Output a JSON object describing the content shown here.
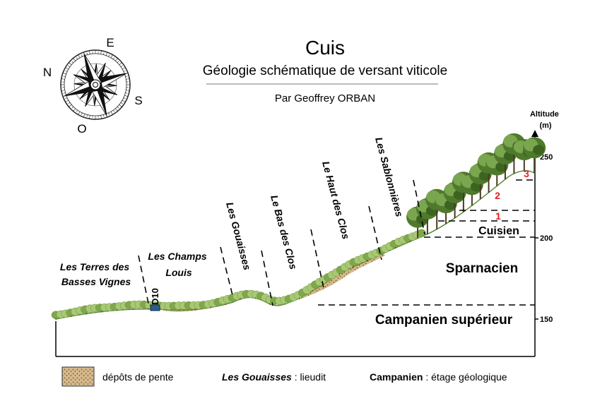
{
  "header": {
    "title": "Cuis",
    "subtitle": "Géologie schématique de versant viticole",
    "author": "Par Geoffrey ORBAN"
  },
  "compass": {
    "north": "N",
    "east": "E",
    "south": "S",
    "west": "O"
  },
  "axis": {
    "title_line1": "Altitude",
    "title_line2": "(m)",
    "ticks": [
      {
        "label": "250",
        "value": 250
      },
      {
        "label": "200",
        "value": 200
      },
      {
        "label": "150",
        "value": 150
      }
    ]
  },
  "lieudits": [
    {
      "line1": "Les Terres des",
      "line2": "Basses Vignes"
    },
    {
      "line1": "Les Champs",
      "line2": "Louis"
    },
    {
      "line1": "Les Gouaisses"
    },
    {
      "line1": "Le Bas des Clos"
    },
    {
      "line1": "Le Haut des Clos"
    },
    {
      "line1": "Les Sablonnières"
    }
  ],
  "road": "D10",
  "formations": {
    "campanien": "Campanien supérieur",
    "sparnacien": "Sparnacien",
    "cuisien": "Cuisien",
    "layer1": "1",
    "layer2": "2",
    "layer3": "3"
  },
  "legend": {
    "deposits": "dépôts de pente",
    "lieudit_example": "Les Gouaisses",
    "lieudit_desc": " : lieudit",
    "etage_example": "Campanien",
    "etage_desc": " : étage géologique"
  },
  "colors": {
    "vine_green": "#9cbd62",
    "vine_dark": "#5f8a3a",
    "tree_green": "#4f7a2c",
    "deposit": "#c8a878",
    "layer_number": "#e02020"
  }
}
